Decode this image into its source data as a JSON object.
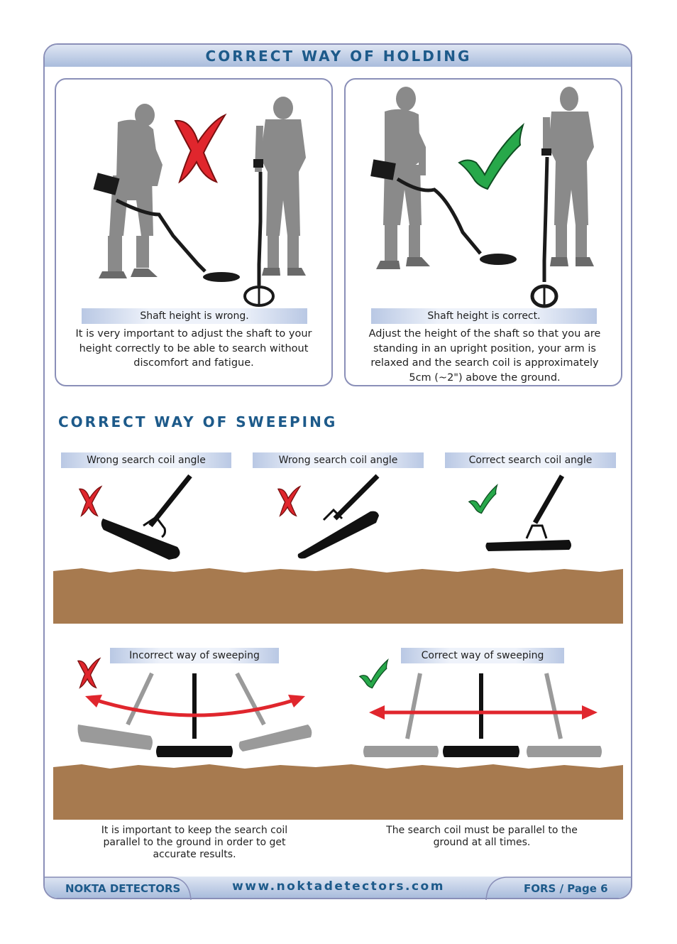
{
  "page": {
    "section1_title": "CORRECT WAY OF HOLDING",
    "section2_title": "CORRECT WAY OF SWEEPING"
  },
  "holding": {
    "wrong": {
      "caption": "Shaft height is wrong.",
      "desc": "It is very important to adjust the shaft to your height correctly to be able to search without discomfort and fatigue."
    },
    "correct": {
      "caption": "Shaft height is correct.",
      "desc": "Adjust the height of the shaft so that you are standing in an upright position, your arm is relaxed and the search coil is approximately 5cm (~2\") above the ground."
    }
  },
  "coil_angles": [
    {
      "label": "Wrong search coil angle",
      "status": "wrong"
    },
    {
      "label": "Wrong search coil angle",
      "status": "wrong"
    },
    {
      "label": "Correct search coil angle",
      "status": "correct"
    }
  ],
  "sweeping": {
    "incorrect": {
      "label": "Incorrect way of sweeping",
      "desc": "It is important to keep the search coil parallel to the ground in order to get accurate results."
    },
    "correct": {
      "label": "Correct way of sweeping",
      "desc": "The search coil must be parallel to the ground at all times."
    }
  },
  "footer": {
    "brand": "NOKTA DETECTORS",
    "website": "www.noktadetectors.com",
    "page_label": "FORS / Page 6"
  },
  "colors": {
    "heading": "#1d5a8a",
    "frame_border": "#8a8fb8",
    "wrong_mark": "#e0262d",
    "correct_mark": "#27a84a",
    "ground": "#a77a4f",
    "arrow": "#e0262d"
  },
  "icons": [
    "red-x-mark-icon",
    "green-check-mark-icon"
  ]
}
